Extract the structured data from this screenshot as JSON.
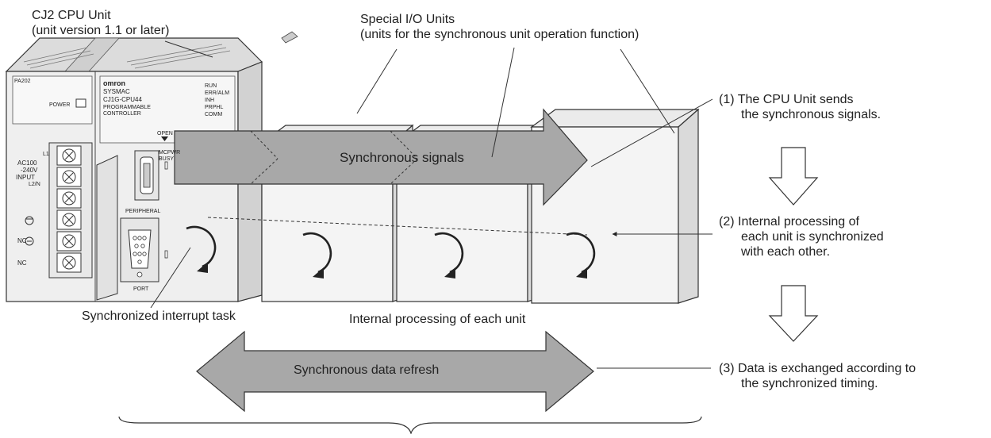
{
  "cpu_unit": {
    "title": "CJ2 CPU Unit",
    "subtitle": "(unit version 1.1 or later)",
    "panel": {
      "model_code": "PA202",
      "power_label": "POWER",
      "brand": "omron",
      "series": "SYSMAC",
      "model": "CJ1G-CPU44",
      "caption1": "PROGRAMMABLE",
      "caption2": "CONTROLLER",
      "leds": [
        "RUN",
        "ERR/ALM",
        "INH",
        "PRPHL",
        "COMM"
      ],
      "open_label": "OPEN",
      "mcpwr_label": "MCPWR",
      "busy_label": "BUSY",
      "ac_label_1": "L1",
      "ac_label_2": "AC100",
      "ac_label_3": "-240V",
      "ac_label_4": "INPUT",
      "ac_label_5": "L2/N",
      "nc_label_1": "NC",
      "nc_label_2": "NC",
      "peripheral_label": "PERIPHERAL",
      "port_label": "PORT"
    }
  },
  "special_units": {
    "title": "Special I/O Units",
    "subtitle": "(units for the synchronous unit operation function)"
  },
  "sync_signals_label": "Synchronous signals",
  "sync_refresh_label": "Synchronous data refresh",
  "interrupt_task_label": "Synchronized interrupt task",
  "internal_processing_label": "Internal processing of each unit",
  "steps": [
    {
      "line1": "(1) The CPU Unit sends",
      "line2": "the synchronous signals.",
      "line3": ""
    },
    {
      "line1": "(2) Internal processing of",
      "line2": "each unit is synchronized",
      "line3": "with each other."
    },
    {
      "line1": "(3) Data is exchanged according to",
      "line2": "the synchronized timing.",
      "line3": ""
    }
  ]
}
